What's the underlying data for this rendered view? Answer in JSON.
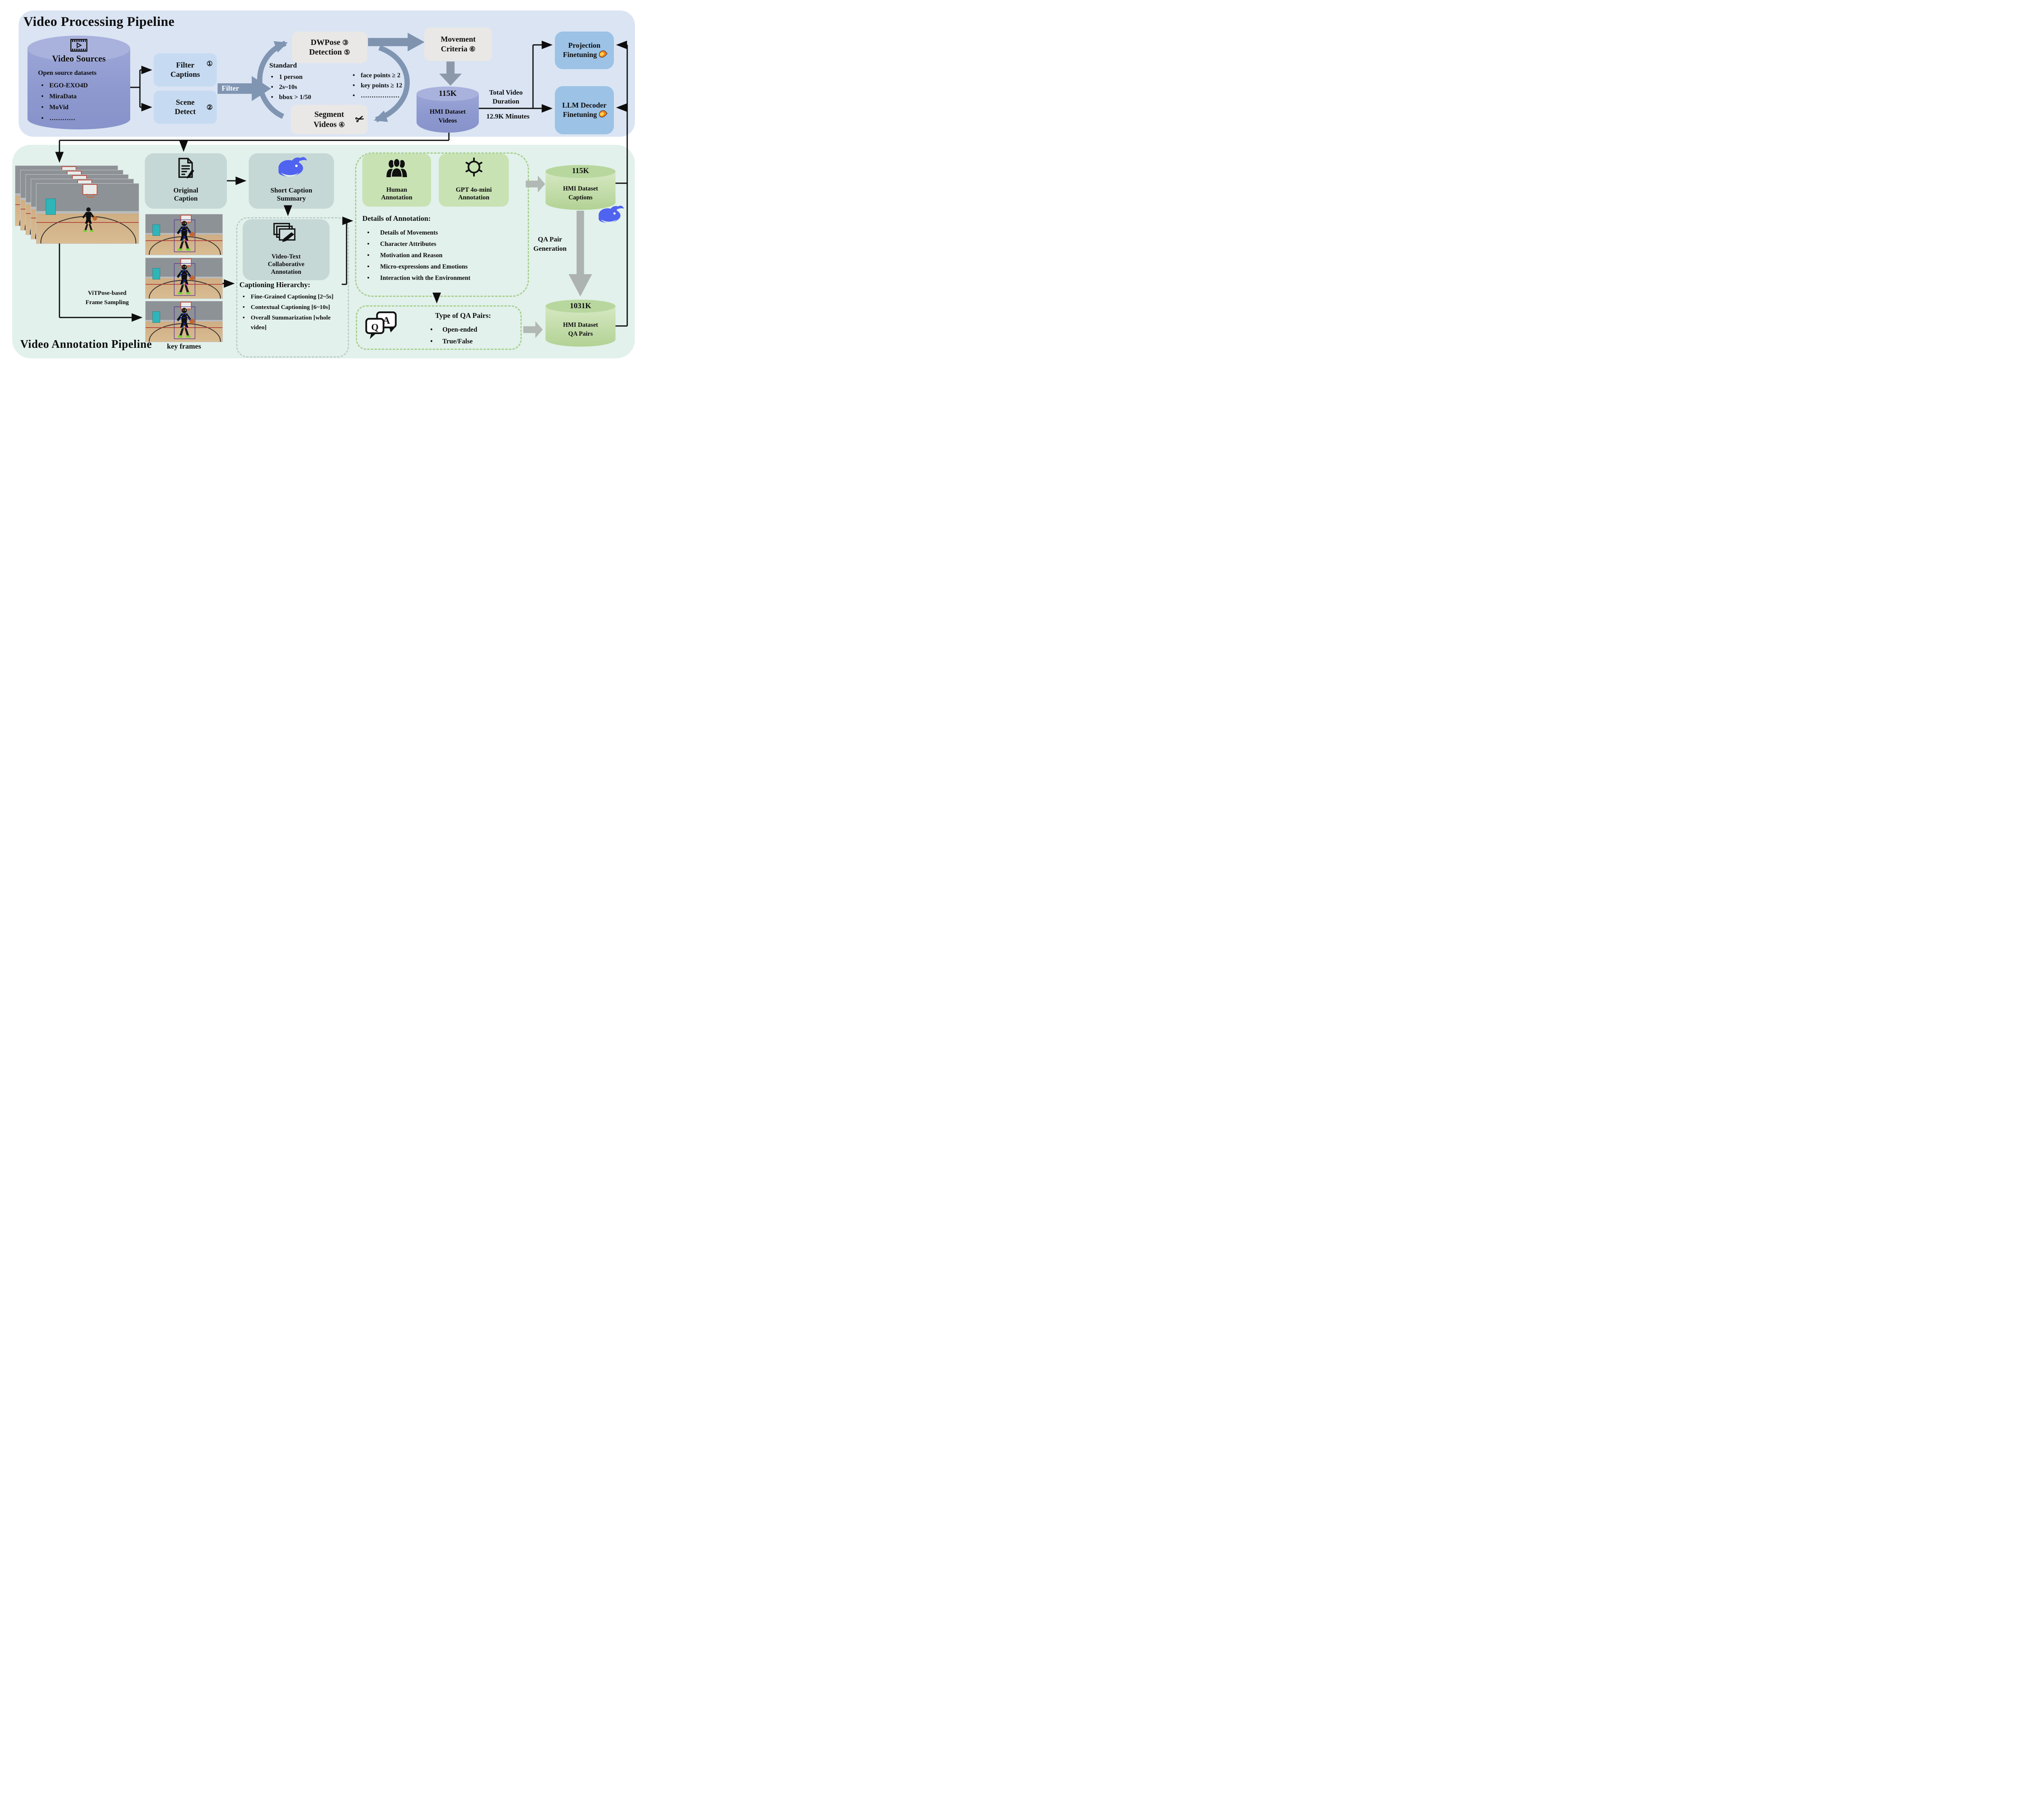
{
  "colors": {
    "panel_blue": "#dae4f3",
    "panel_green": "#e2f1eb",
    "box_light_blue": "#c6dbf1",
    "box_gray": "#e9e8e6",
    "box_mid_blue": "#9cc2e5",
    "box_teal": "#c6d8d6",
    "box_green": "#c8e2b4",
    "dashed_green": "#a6cf8c",
    "cylinder_purple": "#8d98cf",
    "cylinder_green": "#b2d295",
    "arrow_slate": "#8095b2",
    "arrow_gray": "#adb3b0",
    "whale_blue": "#4f63f0",
    "flame_orange": "#f57f17"
  },
  "icons": [
    "film-icon",
    "scissors-icon",
    "fire-icon",
    "document-edit-icon",
    "whale-icon",
    "frames-pencil-icon",
    "people-icon",
    "gpt-logo-icon",
    "qa-bubbles-icon"
  ],
  "processing": {
    "title": "Video Processing Pipeline",
    "video_sources": {
      "title": "Video Sources",
      "subtitle": "Open source datasets",
      "items": [
        "EGO-EXO4D",
        "MiraData",
        "MoVid",
        "…………"
      ]
    },
    "filter_captions": {
      "line1": "Filter",
      "line2": "Captions",
      "num": "①"
    },
    "scene_detect": {
      "line1": "Scene",
      "line2": "Detect",
      "num": "②"
    },
    "filter_arrow": "Filter",
    "dwpose": {
      "line1": "DWPose",
      "num1": "③",
      "line2": "Detection",
      "num2": "⑤"
    },
    "standard": {
      "heading": "Standard",
      "col1": [
        "1 person",
        "2s~10s",
        "bbox > 1/50"
      ],
      "col2": [
        "face points ≥ 2",
        "key points ≥ 12",
        "………………"
      ]
    },
    "segment": {
      "line1": "Segment",
      "line2": "Videos",
      "num": "④"
    },
    "movement": {
      "line1": "Movement",
      "line2": "Criteria",
      "num": "⑥"
    },
    "hmi_videos": {
      "count": "115K",
      "line1": "HMI Dataset",
      "line2": "Videos"
    },
    "duration": {
      "line1": "Total Video",
      "line2": "Duration",
      "value": "12.9K Minutes"
    },
    "projection": {
      "line1": "Projection",
      "line2": "Finetuning"
    },
    "llm": {
      "line1": "LLM Decoder",
      "line2": "Finetuning"
    }
  },
  "annotation": {
    "title": "Video Annotation Pipeline",
    "original_caption": {
      "line1": "Original",
      "line2": "Caption"
    },
    "short_caption": {
      "line1": "Short Caption",
      "line2": "Summary"
    },
    "vitpose": {
      "line1": "ViTPose-based",
      "line2": "Frame Sampling"
    },
    "key_frames_label": "key frames",
    "video_text": {
      "line1": "Video-Text",
      "line2": "Collaborative",
      "line3": "Annotation"
    },
    "captioning": {
      "heading": "Captioning Hierarchy:",
      "items": [
        "Fine-Grained Captioning [2~5s]",
        "Contextual Captioning [6~10s]",
        "Overall Summarization [whole video]"
      ]
    },
    "human": {
      "line1": "Human",
      "line2": "Annotation"
    },
    "gpt": {
      "line1": "GPT 4o-mini",
      "line2": "Annotation"
    },
    "details": {
      "heading": "Details of Annotation:",
      "items": [
        "Details of Movements",
        "Character Attributes",
        "Motivation and Reason",
        "Micro-expressions and Emotions",
        "Interaction with the Environment"
      ]
    },
    "qa_types": {
      "heading": "Type of QA Pairs:",
      "items": [
        "Open-ended",
        "True/False"
      ]
    },
    "hmi_captions": {
      "count": "115K",
      "line1": "HMI Dataset",
      "line2": "Captions"
    },
    "qa_pairs": {
      "count": "1031K",
      "line1": "HMI Dataset",
      "line2": "QA Pairs"
    },
    "qa_generation": {
      "line1": "QA Pair",
      "line2": "Generation"
    }
  }
}
